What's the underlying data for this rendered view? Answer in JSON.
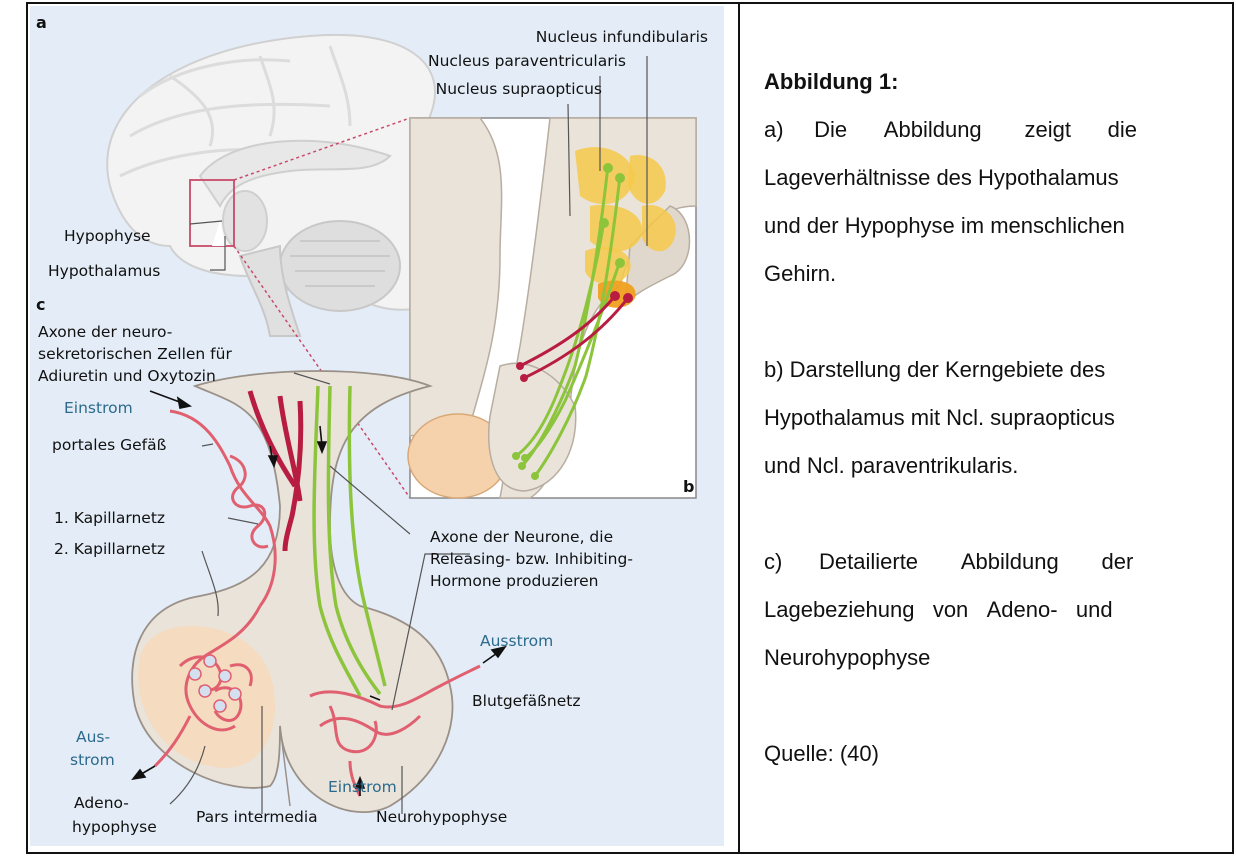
{
  "figure": {
    "panels": {
      "a": "a",
      "b": "b",
      "c": "c"
    },
    "labels": {
      "nucleus_infundibularis": "Nucleus infundibularis",
      "nucleus_paraventricularis": "Nucleus paraventricularis",
      "nucleus_supraopticus": "Nucleus supraopticus",
      "hypophyse": "Hypophyse",
      "hypothalamus": "Hypothalamus",
      "axone_line1": "Axone der neuro-",
      "axone_line2": "sekretorischen Zellen für",
      "axone_line3": "Adiuretin und Oxytozin",
      "einstrom_top": "Einstrom",
      "portales_gefaess": "portales Gefäß",
      "kapillarnetz1": "1. Kapillarnetz",
      "kapillarnetz2": "2. Kapillarnetz",
      "releasing_line1": "Axone der Neurone, die",
      "releasing_line2": "Releasing- bzw. Inhibiting-",
      "releasing_line3": "Hormone produzieren",
      "ausstrom_right": "Ausstrom",
      "blutgefaessnetz": "Blutgefäßnetz",
      "ausstrom_left_1": "Aus-",
      "ausstrom_left_2": "strom",
      "einstrom_bottom": "Einstrom",
      "adeno_1": "Adeno-",
      "adeno_2": "hypophyse",
      "pars_intermedia": "Pars intermedia",
      "neurohypophyse": "Neurohypophyse"
    },
    "colors": {
      "background": "#e4edf7",
      "vessel": "#e06070",
      "axon_red": "#b81c40",
      "axon_green": "#8cc43c",
      "nucleus_yellow": "#f6c94a",
      "label_blue": "#2b6a8c"
    }
  },
  "caption": {
    "title": "Abbildung 1:",
    "a_l1": "a)     Die      Abbildung       zeigt      die",
    "a_l2": "Lageverhältnisse des Hypothalamus",
    "a_l3": "und der Hypophyse im menschlichen",
    "a_l4": "Gehirn.",
    "b_l1": "b) Darstellung der Kerngebiete des",
    "b_l2": "Hypothalamus mit Ncl. supraopticus",
    "b_l3": "und Ncl. paraventrikularis.",
    "c_l1": "c)      Detailierte       Abbildung       der",
    "c_l2": "Lagebeziehung   von   Adeno-   und",
    "c_l3": "Neurohypophyse",
    "source": "Quelle: (40)"
  }
}
